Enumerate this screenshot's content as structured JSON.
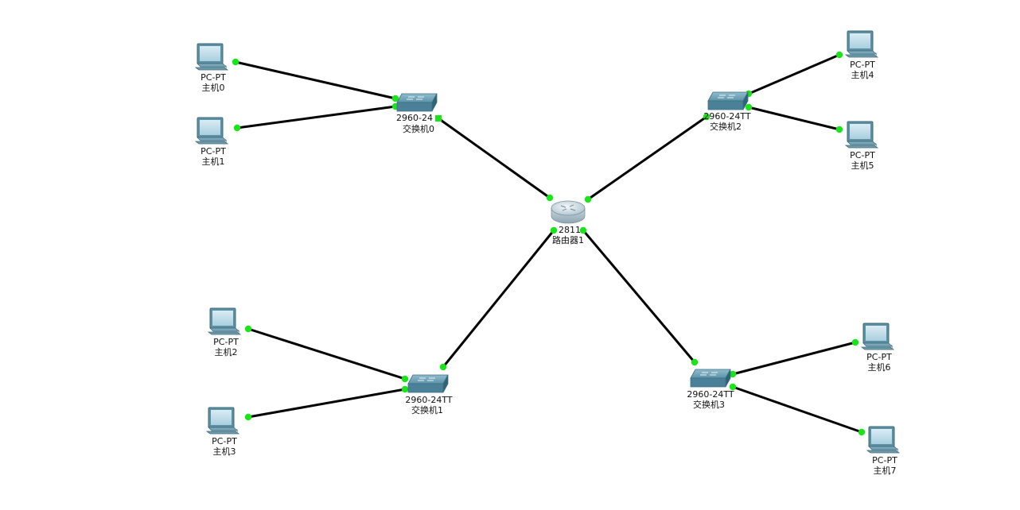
{
  "colors": {
    "link": "#000000",
    "port": "#19e619",
    "background": "#ffffff"
  },
  "devices": {
    "pc0": {
      "icon": "pc-icon",
      "model": "PC-PT",
      "name": "主机0"
    },
    "pc1": {
      "icon": "pc-icon",
      "model": "PC-PT",
      "name": "主机1"
    },
    "pc2": {
      "icon": "pc-icon",
      "model": "PC-PT",
      "name": "主机2"
    },
    "pc3": {
      "icon": "pc-icon",
      "model": "PC-PT",
      "name": "主机3"
    },
    "pc4": {
      "icon": "pc-icon",
      "model": "PC-PT",
      "name": "主机4"
    },
    "pc5": {
      "icon": "pc-icon",
      "model": "PC-PT",
      "name": "主机5"
    },
    "pc6": {
      "icon": "pc-icon",
      "model": "PC-PT",
      "name": "主机6"
    },
    "pc7": {
      "icon": "pc-icon",
      "model": "PC-PT",
      "name": "主机7"
    },
    "sw0": {
      "icon": "switch-icon",
      "model": "2960-24",
      "name": "交换机0"
    },
    "sw1": {
      "icon": "switch-icon",
      "model": "2960-24TT",
      "name": "交换机1"
    },
    "sw2": {
      "icon": "switch-icon",
      "model": "2960-24TT",
      "name": "交换机2"
    },
    "sw3": {
      "icon": "switch-icon",
      "model": "2960-24TT",
      "name": "交换机3"
    },
    "router1": {
      "icon": "router-icon",
      "model": "2811",
      "name": "路由器1"
    }
  },
  "links": [
    [
      "pc0",
      "sw0"
    ],
    [
      "pc1",
      "sw0"
    ],
    [
      "sw0",
      "router1"
    ],
    [
      "pc4",
      "sw2"
    ],
    [
      "pc5",
      "sw2"
    ],
    [
      "sw2",
      "router1"
    ],
    [
      "pc2",
      "sw1"
    ],
    [
      "pc3",
      "sw1"
    ],
    [
      "sw1",
      "router1"
    ],
    [
      "pc6",
      "sw3"
    ],
    [
      "pc7",
      "sw3"
    ],
    [
      "sw3",
      "router1"
    ]
  ]
}
